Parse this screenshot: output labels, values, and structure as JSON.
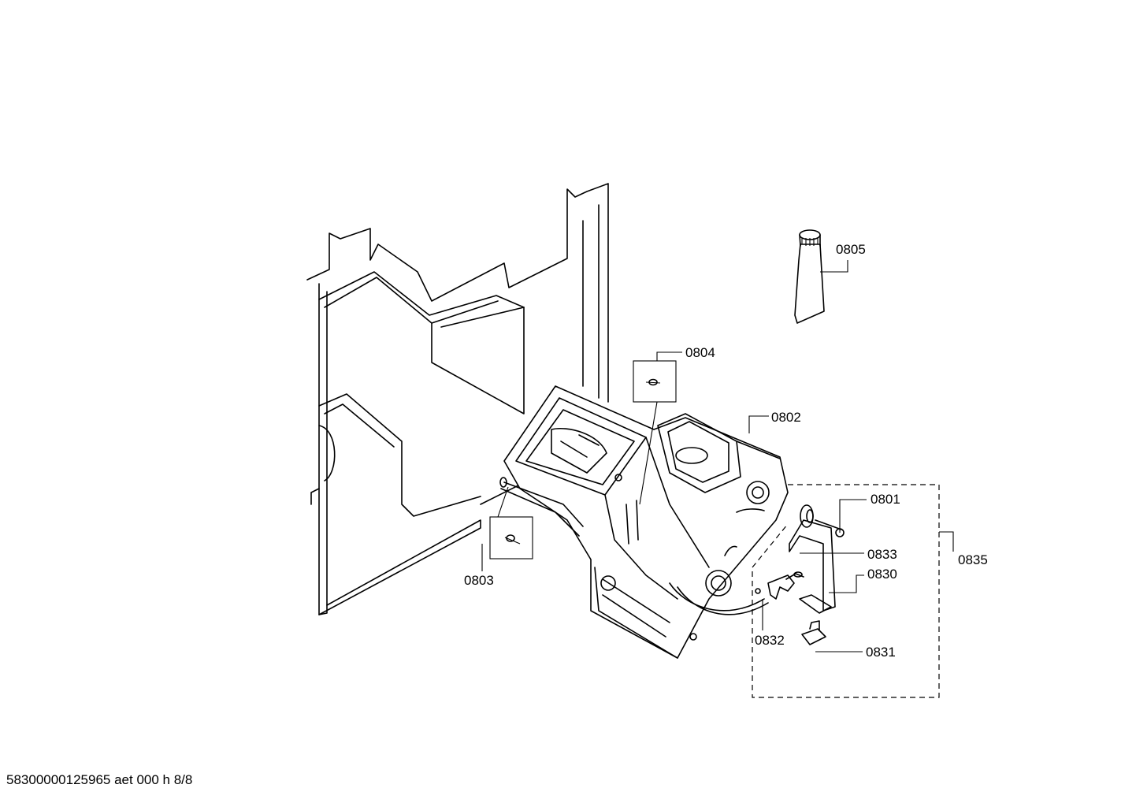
{
  "labels": {
    "p0801": "0801",
    "p0802": "0802",
    "p0803": "0803",
    "p0804": "0804",
    "p0805": "0805",
    "p0830": "0830",
    "p0831": "0831",
    "p0832": "0832",
    "p0833": "0833",
    "p0835": "0835"
  },
  "footer": "58300000125965 aet 000 h 8/8"
}
